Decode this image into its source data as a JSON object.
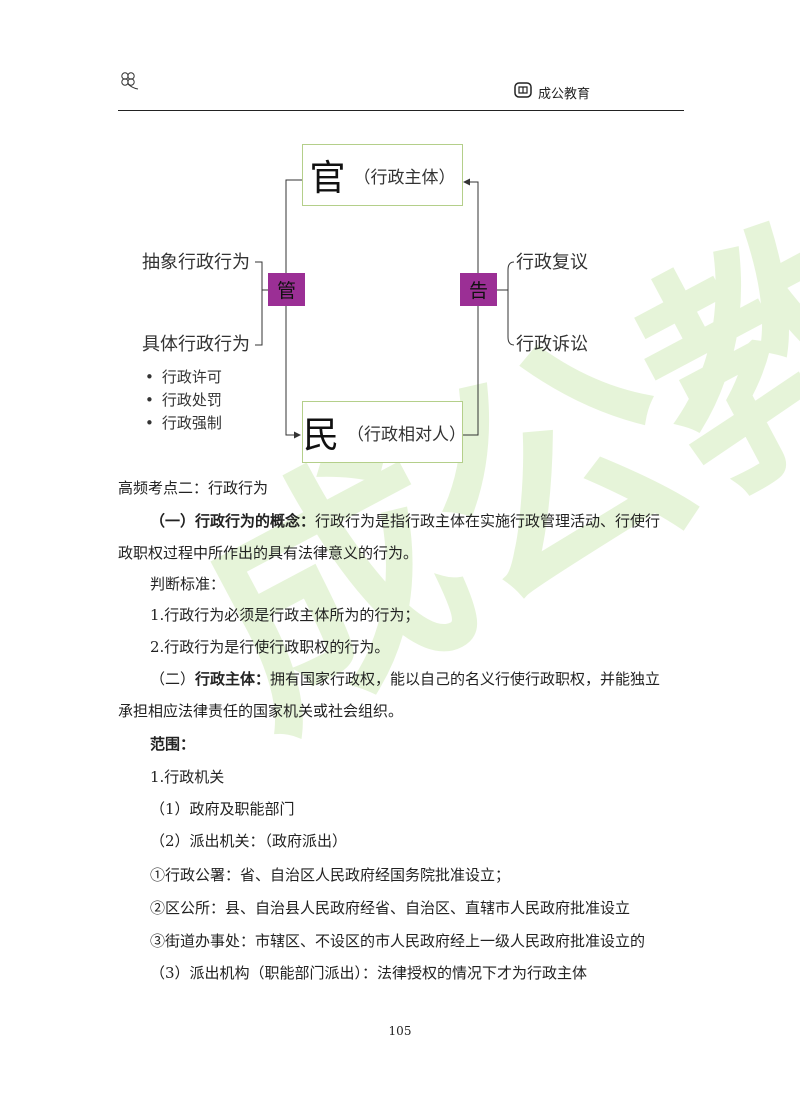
{
  "header": {
    "brand": "成公教育"
  },
  "diagram": {
    "top_big": "官",
    "top_small": "（行政主体）",
    "bottom_big": "民",
    "bottom_small": "（行政相对人）",
    "left_tag": "管",
    "right_tag": "告",
    "left_labels": [
      "抽象行政行为",
      "具体行政行为"
    ],
    "right_labels": [
      "行政复议",
      "行政诉讼"
    ],
    "bullets": [
      "行政许可",
      "行政处罚",
      "行政强制"
    ]
  },
  "content": {
    "heading": "高频考点二：行政行为",
    "p1_lead": "（一）行政行为的概念：",
    "p1_text1": "行政行为是指行政主体在实施行政管理活动、行使行",
    "p1_text2": "政职权过程中所作出的具有法律意义的行为。",
    "judge": "判断标准：",
    "j1": "1.行政行为必须是行政主体所为的行为；",
    "j2": "2.行政行为是行使行政职权的行为。",
    "p2_pre": "（二）",
    "p2_lead": "行政主体：",
    "p2_text1": "拥有国家行政权，能以自己的名义行使行政职权，并能独立",
    "p2_text2": "承担相应法律责任的国家机关或社会组织。",
    "scope": "范围：",
    "s1": "1.行政机关",
    "s2": "（1）政府及职能部门",
    "s3": "（2）派出机关：（政府派出）",
    "s4": "①行政公署：省、自治区人民政府经国务院批准设立；",
    "s5": "②区公所：县、自治县人民政府经省、自治区、直辖市人民政府批准设立",
    "s6": "③街道办事处：市辖区、不设区的市人民政府经上一级人民政府批准设立的",
    "s7": "（3）派出机构（职能部门派出）：法律授权的情况下才为行政主体"
  },
  "watermark": "成公教",
  "page_number": "105"
}
